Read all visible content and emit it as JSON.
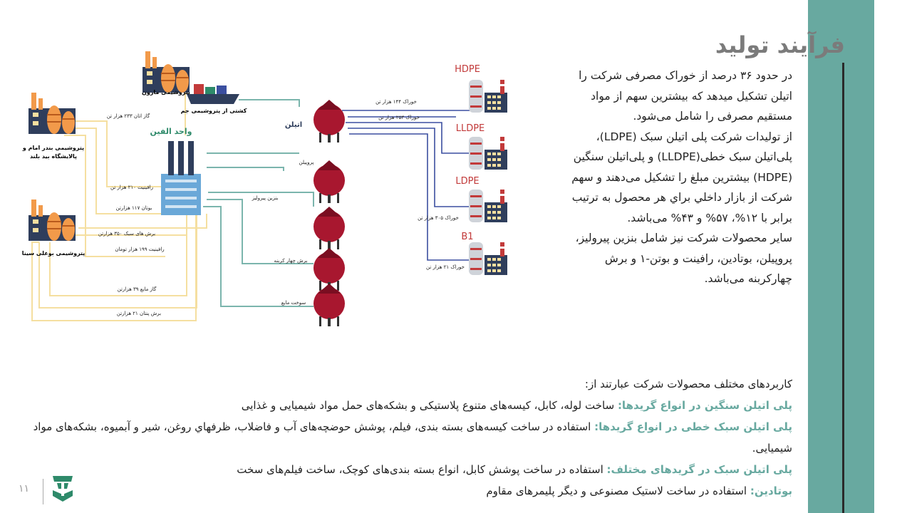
{
  "title": "فرآیند تولید",
  "paragraphs": [
    "در حدود ۳۶ درصد از خوراک مصرفی شرکت را اتیلن تشکیل میدهد که بیشترین سهم از مواد مستقیم مصرفی را شامل می‌شود.",
    "از تولیدات شرکت پلی اتیلن سبک (LDPE)، پلی‌اتیلن سبک خطی(LLDPE) و پلی‌اتیلن سنگین (HDPE) بیشترین مبلغ را تشکیل می‌دهند و سهم شرکت از بازار داخلي براي هر محصول به ترتيب برابر  با ۱۲%، ۵۷% و ۴۳% می‌باشد.",
    "سایر محصولات شرکت نیز شامل بنزین پیرولیز، پروپیلن، بوتادین، رافینت و بوتن-۱ و برش چهارکربنه می‌باشد."
  ],
  "applications": {
    "intro": "کاربردهای مختلف محصولات شرکت عبارتند از:",
    "items": [
      {
        "term": "پلی اتیلن سنگین در انواع گریدها:",
        "text": " ساخت لوله، کابل، کیسه‌های متنوع پلاستیکی و بشکه‌های حمل مواد شیمیایی و غذایی"
      },
      {
        "term": "پلی اتیلن سبک خطی در انواع گریدها:",
        "text": " استفاده در ساخت کیسه‌های بسته بندی، فیلم، پوشش حوضچه‌های آب و فاضلاب، ظرفهاي روغن، شیر و آبمیوه، بشکه‌های مواد شیمیایی."
      },
      {
        "term": "پلی اتیلن سبک در گریدهای مختلف:",
        "text": " استفاده در ساخت پوشش کابل، انواع بسته بندی‌های کوچک، ساخت فیلم‌های سخت"
      },
      {
        "term": "بوتادین:",
        "text": " استفاده در ساخت لاستیک مصنوعی و دیگر پلیمرهای مقاوم"
      }
    ]
  },
  "page_number": "۱۱",
  "diagram": {
    "sources": {
      "maroon": "پتروشیمی مارون",
      "jam": "کشتی از پتروشیمی جم",
      "bandar": "پتروشیمی بندر امام و",
      "bandar2": "پالایشگاه بید بلند",
      "booali": "پتروشیمی بوعلی سینا"
    },
    "olefin_unit": "واحد الفین",
    "ethylene": "اتیلن",
    "flows": {
      "ethane": "گاز اتان ۲۳۳ هزار تن",
      "raffinate": "رافینیت ۲۱۰ هزار تن",
      "butane": "بوتان ۱۱۷ هزارتن",
      "light_cuts": "برش های سبک ۳۵۰ هزارتن",
      "raffinate2": "رافینیت ۱۹۹ هزار تومان",
      "lpg": "گاز مایع ۳۹ هزارتن",
      "pentane": "برش پنتان ۲۱ هزارتن",
      "feed_hdpe": "خوراک ۱۴۴ هزار تن",
      "feed_lldpe": "خوراک ۲۵۳ هزار تن",
      "feed_ldpe": "خوراک ۳۰۵ هزار تن",
      "feed_b1": "خوراک ۲۱ هزار تن"
    },
    "outputs": {
      "propylene": "پروپیلن",
      "pygas": "بنزین پیرولیز",
      "c4": "برش چهار کربنه",
      "fuel": "سوخت مایع"
    },
    "products": {
      "hdpe": "HDPE",
      "lldpe": "LLDPE",
      "ldpe": "LDPE",
      "b1": "B1"
    }
  },
  "colors": {
    "accent": "#68a9a0",
    "title": "#7b7b7b",
    "yellow": "#f5dfa0",
    "teal_line": "#7bb5ad",
    "navy_line": "#3b4fa0",
    "tank": "#a8172f",
    "orange": "#f29a4a"
  },
  "icons": [
    "company-logo-icon",
    "factory-icon",
    "ship-icon",
    "tank-icon"
  ]
}
